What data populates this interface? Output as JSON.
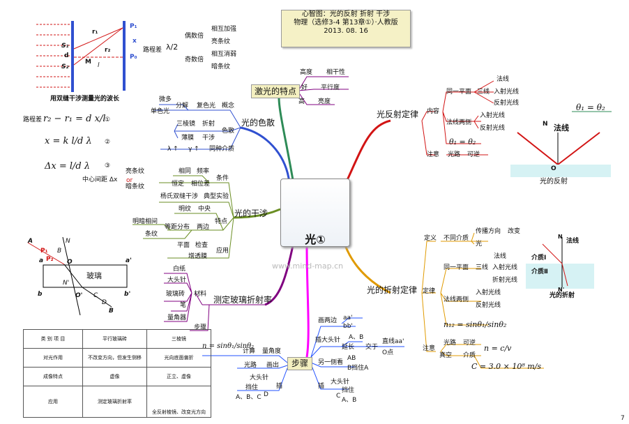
{
  "title": {
    "line1": "心智图：光的反射 折射 干涉",
    "line2": "物理（选修3-4 第13章①）·人教版",
    "date": "2013. 08. 16"
  },
  "center": {
    "label": "光①"
  },
  "watermark": "www.mind-map.cn",
  "page_number": "7",
  "top_left": {
    "caption": "用双缝干涉测量光的波长",
    "labels": {
      "S1": "S₁",
      "S2": "S₂",
      "d": "d",
      "M": "M",
      "l": "l",
      "r1": "r₁",
      "r2": "r₂",
      "P1": "P₁",
      "P0": "P₀",
      "x": "x"
    }
  },
  "path_diff": {
    "label": "路程差",
    "fraction": "λ/2",
    "even": {
      "label": "偶数倍",
      "items": [
        "相互加强",
        "亮条纹"
      ]
    },
    "odd": {
      "label": "奇数倍",
      "items": [
        "相互消弱",
        "暗条纹"
      ]
    }
  },
  "formulas": {
    "f1_label": "路程差",
    "f1": "r₂ − r₁ = d x/l",
    "f1_no": "①",
    "f2": "x = k l/d λ",
    "f2_no": "②",
    "f3": "Δx = l/d λ",
    "f3_no": "③",
    "center_dist": "中心间距 Δx",
    "or": "or",
    "bright": "亮条纹",
    "dark": "暗条纹"
  },
  "laser": {
    "label": "激光的特点",
    "items": [
      {
        "a": "高度",
        "b": "相干性"
      },
      {
        "a": "好",
        "b": "平行度"
      },
      {
        "a": "高",
        "b": "亮度"
      }
    ]
  },
  "color": {
    "label": "光的色散",
    "items": [
      "微多",
      "单色光",
      "分解",
      "复色光",
      "概念",
      "三棱镜",
      "折射",
      "色散",
      "薄膜",
      "干涉",
      "λ ↑",
      "γ ↑",
      "同种介质"
    ]
  },
  "interference": {
    "label": "光的干涉",
    "items": [
      "相同",
      "频率",
      "条件",
      "恒定",
      "相位差",
      "杨氏双缝干涉",
      "典型实验",
      "明纹",
      "中央",
      "特点",
      "明暗相间",
      "等距分布",
      "两边",
      "条纹",
      "平面",
      "检查",
      "应用",
      "增透膜"
    ]
  },
  "glass": {
    "label": "测定玻璃折射率",
    "items": [
      "白纸",
      "大头针",
      "玻璃砖",
      "材料",
      "笔",
      "量角器",
      "步骤"
    ],
    "diagram": {
      "A": "A",
      "B": "B",
      "C": "C",
      "D": "D",
      "N": "N",
      "N2": "N'",
      "O": "O",
      "O2": "O'",
      "a": "a",
      "a2": "a'",
      "b": "b",
      "b2": "b'",
      "P1": "P₁",
      "P2": "P₂",
      "glass": "玻璃"
    }
  },
  "table": {
    "header": [
      "类 别 项 目",
      "平行玻璃砖",
      "三棱镜"
    ],
    "rows": [
      [
        "对光作用",
        "不改变方向，但发生侧移",
        "光向底面偏折"
      ],
      [
        "成像特点",
        "虚像",
        "正立、虚像"
      ],
      [
        "应用",
        "测定玻璃折射率",
        "全反射棱镜、改变光方向"
      ]
    ]
  },
  "steps": {
    "label": "步骤",
    "items": [
      "画两边",
      "aa'",
      "bb'",
      "插大头针",
      "A、B",
      "延长",
      "交于",
      "直线aa'",
      "O点",
      "另一侧看",
      "AB",
      "B挡住A",
      "插",
      "大头针",
      "挡住",
      "C",
      "A、B",
      "计算",
      "量角度",
      "光路",
      "画出",
      "插",
      "大头针",
      "挡住",
      "D",
      "A、B、C"
    ],
    "n_formula": "n = sinθ₁/sinθ₂"
  },
  "reflection": {
    "label": "光反射定律",
    "content": "内容",
    "items": [
      "同一平面",
      "三线",
      "法线",
      "入射光线",
      "反射光线",
      "法线两侧",
      "入射光线",
      "反射光线",
      "θ₁ = θ₂",
      "注意",
      "光路",
      "可逆"
    ],
    "diagram_formula": "θ₁ = θ₂",
    "diagram_caption": "光的反射",
    "normal": "法线",
    "N": "N",
    "O": "O"
  },
  "refraction": {
    "label": "光的折射定律",
    "items": [
      "定义",
      "不同介质",
      "传播方向",
      "改变",
      "光",
      "同一平面",
      "三线",
      "法线",
      "入射光线",
      "折射光线",
      "定律",
      "法线两侧",
      "入射光线",
      "反射光线",
      "注意",
      "光路",
      "可逆",
      "真空",
      "介质"
    ],
    "n12": "n₁₂ = sinθ₁/sinθ₂",
    "n_cv": "n = c/v",
    "c_value": "C = 3.0 × 10⁸ m/s",
    "diagram": {
      "medium1": "介质Ⅰ",
      "medium2": "介质Ⅱ",
      "normal": "法线",
      "caption": "光的折射",
      "N": "N",
      "N2": "N'"
    }
  },
  "colors": {
    "laser": "#2e8b57",
    "color": "#3050d0",
    "interference": "#6a8e23",
    "glass": "#800080",
    "steps": "#ff00ff",
    "reflection": "#d21414",
    "refraction": "#e09a00",
    "step_lines": "#2050ff"
  }
}
